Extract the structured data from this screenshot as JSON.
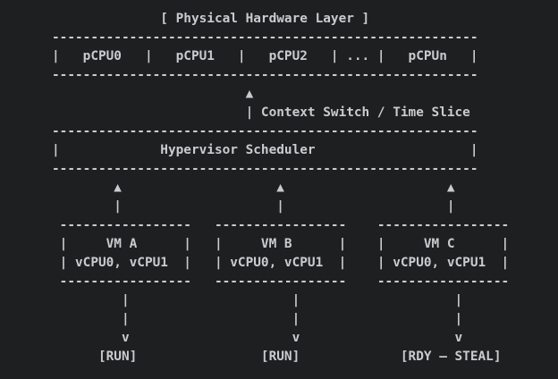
{
  "colors": {
    "background": "#1e1f21",
    "text": "#c9cbce"
  },
  "content": {
    "hardware_layer": {
      "title": "[ Physical Hardware Layer ]",
      "pcpus": [
        "pCPU0",
        "pCPU1",
        "pCPU2",
        "...",
        "pCPUn"
      ]
    },
    "scheduler": {
      "label": "Hypervisor Scheduler",
      "annotation": "Context Switch / Time Slice"
    },
    "vms": [
      {
        "name": "VM A",
        "vcpus": "vCPU0, vCPU1",
        "state": "[RUN]"
      },
      {
        "name": "VM B",
        "vcpus": "vCPU0, vCPU1",
        "state": "[RUN]"
      },
      {
        "name": "VM C",
        "vcpus": "vCPU0, vCPU1",
        "state": "[RDY – STEAL]"
      }
    ]
  },
  "lines": [
    "              [ Physical Hardware Layer ]",
    "-------------------------------------------------------",
    "|   pCPU0   |   pCPU1   |   pCPU2   | ... |   pCPUn   |",
    "-------------------------------------------------------",
    "                         ▲",
    "                         | Context Switch / Time Slice",
    "-------------------------------------------------------",
    "|             Hypervisor Scheduler                    |",
    "-------------------------------------------------------",
    "        ▲                    ▲                     ▲",
    "        |                    |                     |",
    " -----------------   -----------------    -----------------",
    " |     VM A      |   |     VM B      |    |     VM C      |",
    " | vCPU0, vCPU1  |   | vCPU0, vCPU1  |    | vCPU0, vCPU1  |",
    " -----------------   -----------------    -----------------",
    "         |                     |                    |",
    "         |                     |                    |",
    "         v                     v                    v",
    "      [RUN]                [RUN]             [RDY – STEAL]"
  ]
}
